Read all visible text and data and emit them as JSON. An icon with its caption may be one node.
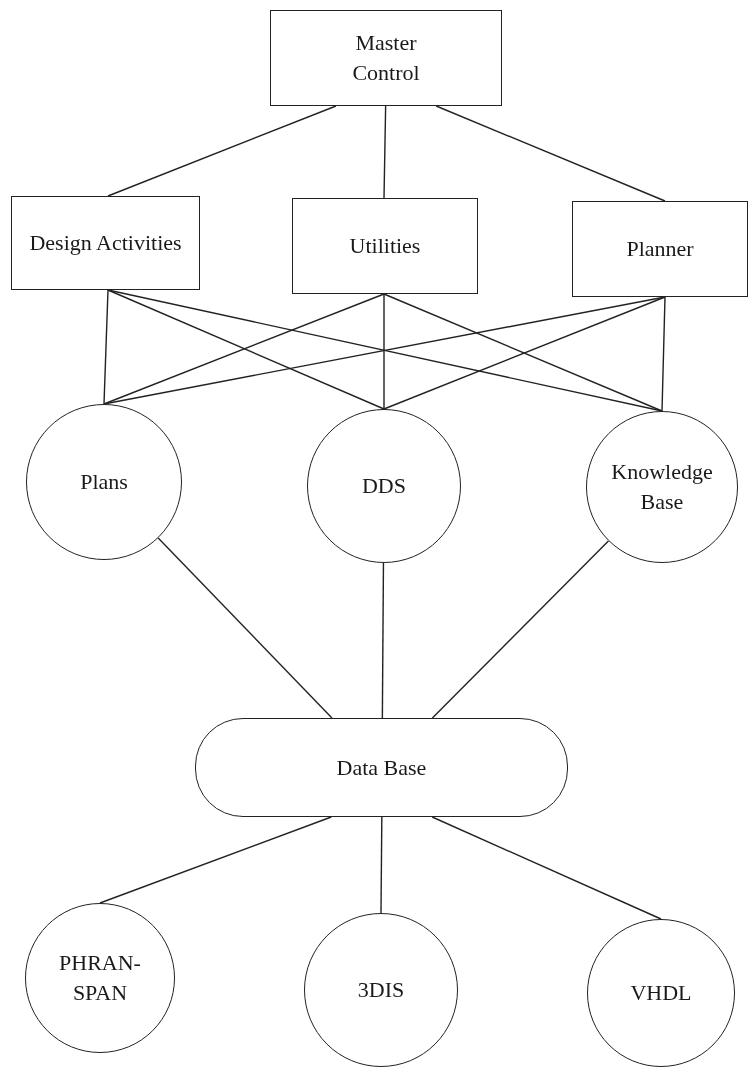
{
  "diagram": {
    "nodes": [
      {
        "text": [
          "Master Control"
        ]
      },
      {
        "text": [
          "Design Activities"
        ]
      },
      {
        "text": [
          "Utilities"
        ]
      },
      {
        "text": [
          "Planner"
        ]
      },
      {
        "text": [
          "Plans"
        ]
      },
      {
        "text": [
          "DDS"
        ]
      },
      {
        "text": [
          "Knowledge Base"
        ]
      },
      {
        "text": [
          "Data Base"
        ]
      },
      {
        "text": [
          "PHRAN- SPAN"
        ]
      },
      {
        "text": [
          "3DIS"
        ]
      },
      {
        "text": [
          "VHDL"
        ]
      }
    ],
    "edges": [
      {
        "from": 0,
        "to": 1,
        "arrow": "none"
      },
      {
        "from": 0,
        "to": 2,
        "arrow": "none"
      },
      {
        "from": 0,
        "to": 3,
        "arrow": "none"
      },
      {
        "from": 1,
        "to": 4,
        "arrow": "none"
      },
      {
        "from": 1,
        "to": 5,
        "arrow": "none"
      },
      {
        "from": 1,
        "to": 6,
        "arrow": "none"
      },
      {
        "from": 2,
        "to": 4,
        "arrow": "none"
      },
      {
        "from": 2,
        "to": 5,
        "arrow": "none"
      },
      {
        "from": 2,
        "to": 6,
        "arrow": "none"
      },
      {
        "from": 3,
        "to": 4,
        "arrow": "none"
      },
      {
        "from": 3,
        "to": 5,
        "arrow": "none"
      },
      {
        "from": 3,
        "to": 6,
        "arrow": "none"
      },
      {
        "from": 4,
        "to": 7,
        "arrow": "none"
      },
      {
        "from": 5,
        "to": 7,
        "arrow": "none"
      },
      {
        "from": 6,
        "to": 7,
        "arrow": "none"
      },
      {
        "from": 7,
        "to": 8,
        "arrow": "none"
      },
      {
        "from": 7,
        "to": 9,
        "arrow": "none"
      },
      {
        "from": 7,
        "to": 10,
        "arrow": "none"
      }
    ]
  }
}
